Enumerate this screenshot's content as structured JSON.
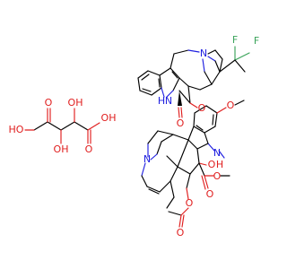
{
  "figure": {
    "description_in_image": "",
    "atoms": {
      "F1": "F",
      "F2": "F",
      "N_top": "N",
      "NH_indole": "H",
      "NH_indole_N": "N",
      "O_ketone_ester": "O",
      "O_methoxy": "O",
      "N_methyl": "N",
      "OH_label_O": "O",
      "OH_label_H": "H",
      "O_ester_carbonyl": "O",
      "O_ester_link": "O",
      "O_acetate_link": "O",
      "O_acetate_carbonyl": "O",
      "N_lower": "N",
      "tartaric_HO_left": "HO",
      "tartaric_O_left": "O",
      "tartaric_OH_top": "OH",
      "tartaric_O_right": "O",
      "tartaric_OH_right": "OH",
      "tartaric_OH_bottom": "OH"
    },
    "colors": {
      "oxygen": "#e01e1e",
      "nitrogen": "#2020e0",
      "fluorine": "#3aa35a",
      "carbon_bond": "#000000"
    }
  }
}
